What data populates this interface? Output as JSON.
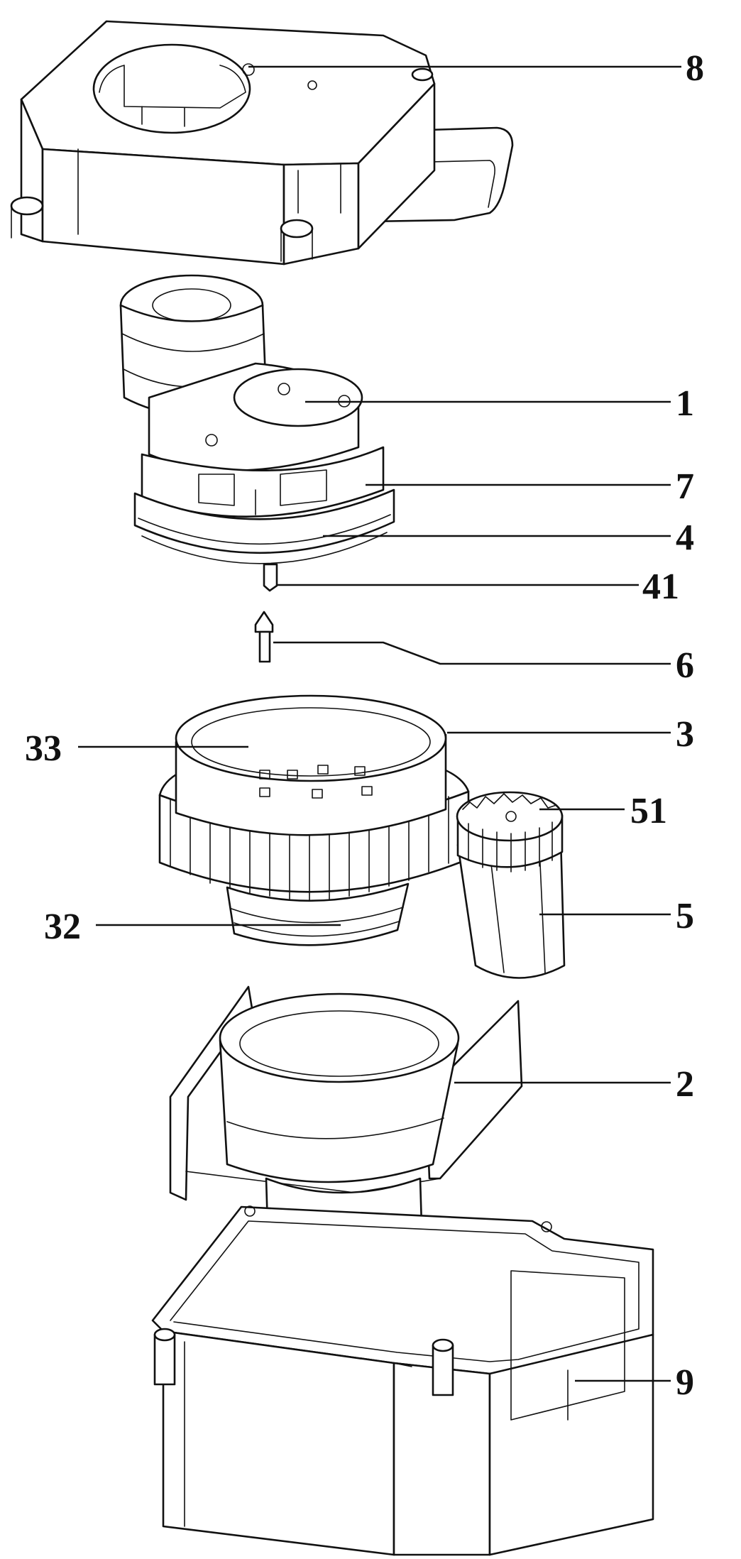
{
  "labels": {
    "l8": "8",
    "l1": "1",
    "l7": "7",
    "l4": "4",
    "l41": "41",
    "l6": "6",
    "l3": "3",
    "l33": "33",
    "l51": "51",
    "l32": "32",
    "l5": "5",
    "l2": "2",
    "l9": "9"
  },
  "colors": {
    "line": "#111111",
    "background": "#ffffff"
  }
}
